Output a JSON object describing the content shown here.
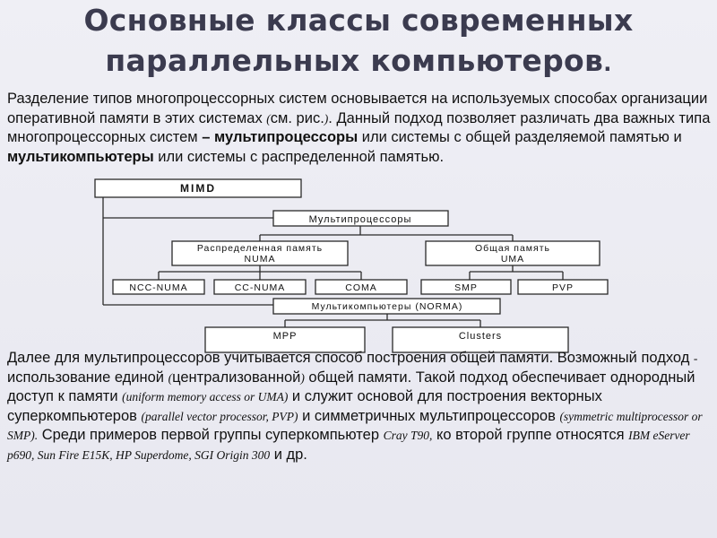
{
  "title": {
    "line1": "Основные классы современных",
    "line2": "параллельных компьютеров",
    "dot": "."
  },
  "para1": {
    "t1": "Разделение типов многопроцессорных систем основывается на используемых способах организации оперативной памяти в этих системах ",
    "t2": "(",
    "t3": "см. рис.",
    "t4": ")",
    "t5": ". Данный подход позволяет различать два важных типа многопроцессорных систем ",
    "t6": "–",
    "t7": " ",
    "b1": "мультипроцессоры",
    "t8": " или системы с общей разделяемой памятью и ",
    "b2": "мультикомпьютеры",
    "t9": " или системы с распределенной памятью."
  },
  "diagram": {
    "mimd": "MIMD",
    "multiprocessors": "Мультипроцессоры",
    "distributed_line1": "Распределенная память",
    "distributed_line2": "NUMA",
    "shared_line1": "Общая память",
    "shared_line2": "UMA",
    "ncc_numa": "NCC-NUMA",
    "cc_numa": "CC-NUMA",
    "coma": "COMA",
    "smp": "SMP",
    "pvp": "PVP",
    "multicomputers": "Мультикомпьютеры (NORMA)",
    "mpp": "MPP",
    "clusters": "Clusters"
  },
  "para2": {
    "t1": "Далее для мультипроцессоров учитывается способ построения общей памяти. Возможный подход ",
    "t2": "-",
    "t3": " использование единой ",
    "t4": "(",
    "t5": "централизованной",
    "t6": ")",
    "t7": " общей памяти. Такой подход обеспечивает однородный доступ к памяти ",
    "i1": "(uniform memory access or UMA)",
    "t8": " и служит основой для построения векторных суперкомпьютеров ",
    "i2": "(parallel vector processor, PVP)",
    "t9": " и симметричных мультипроцессоров ",
    "i3": "(symmetric multiprocessor or SMP).",
    "t10": " Среди примеров первой группы суперкомпьютер ",
    "i4": "Cray T90,",
    "t11": " ко второй группе относятся ",
    "i5": "IBM eServer p690, Sun Fire E15K, HP Superdome, SGI Origin 300",
    "t12": " и др."
  }
}
